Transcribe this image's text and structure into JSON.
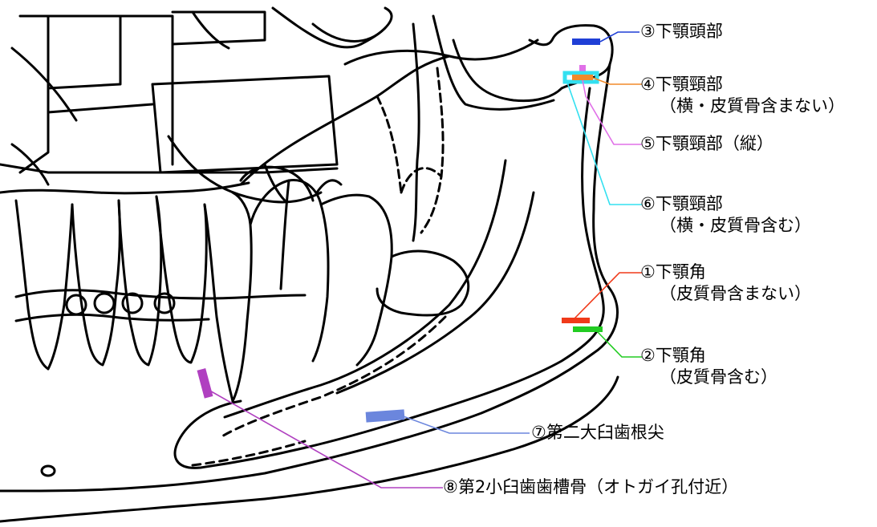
{
  "annotations": {
    "a3": {
      "line1": "③下顎頭部",
      "line2": "",
      "color": "#1f3fd6"
    },
    "a4": {
      "line1": "④下顎頸部",
      "line2": "（横・皮質骨含まない）",
      "color": "#f08a2a"
    },
    "a5": {
      "line1": "⑤下顎頸部（縦）",
      "line2": "",
      "color": "#e070e8"
    },
    "a6": {
      "line1": "⑥下顎頸部",
      "line2": "（横・皮質骨含む）",
      "color": "#33e0f0"
    },
    "a1": {
      "line1": "①下顎角",
      "line2": "（皮質骨含まない）",
      "color": "#f03a1a"
    },
    "a2": {
      "line1": "②下顎角",
      "line2": "（皮質骨含む）",
      "color": "#22cc22"
    },
    "a7": {
      "line1": "⑦第二大臼歯根尖",
      "line2": "",
      "color": "#6b86dd"
    },
    "a8": {
      "line1": "⑧第2小臼歯歯槽骨（オトガイ孔付近）",
      "line2": "",
      "color": "#b040c0"
    }
  }
}
